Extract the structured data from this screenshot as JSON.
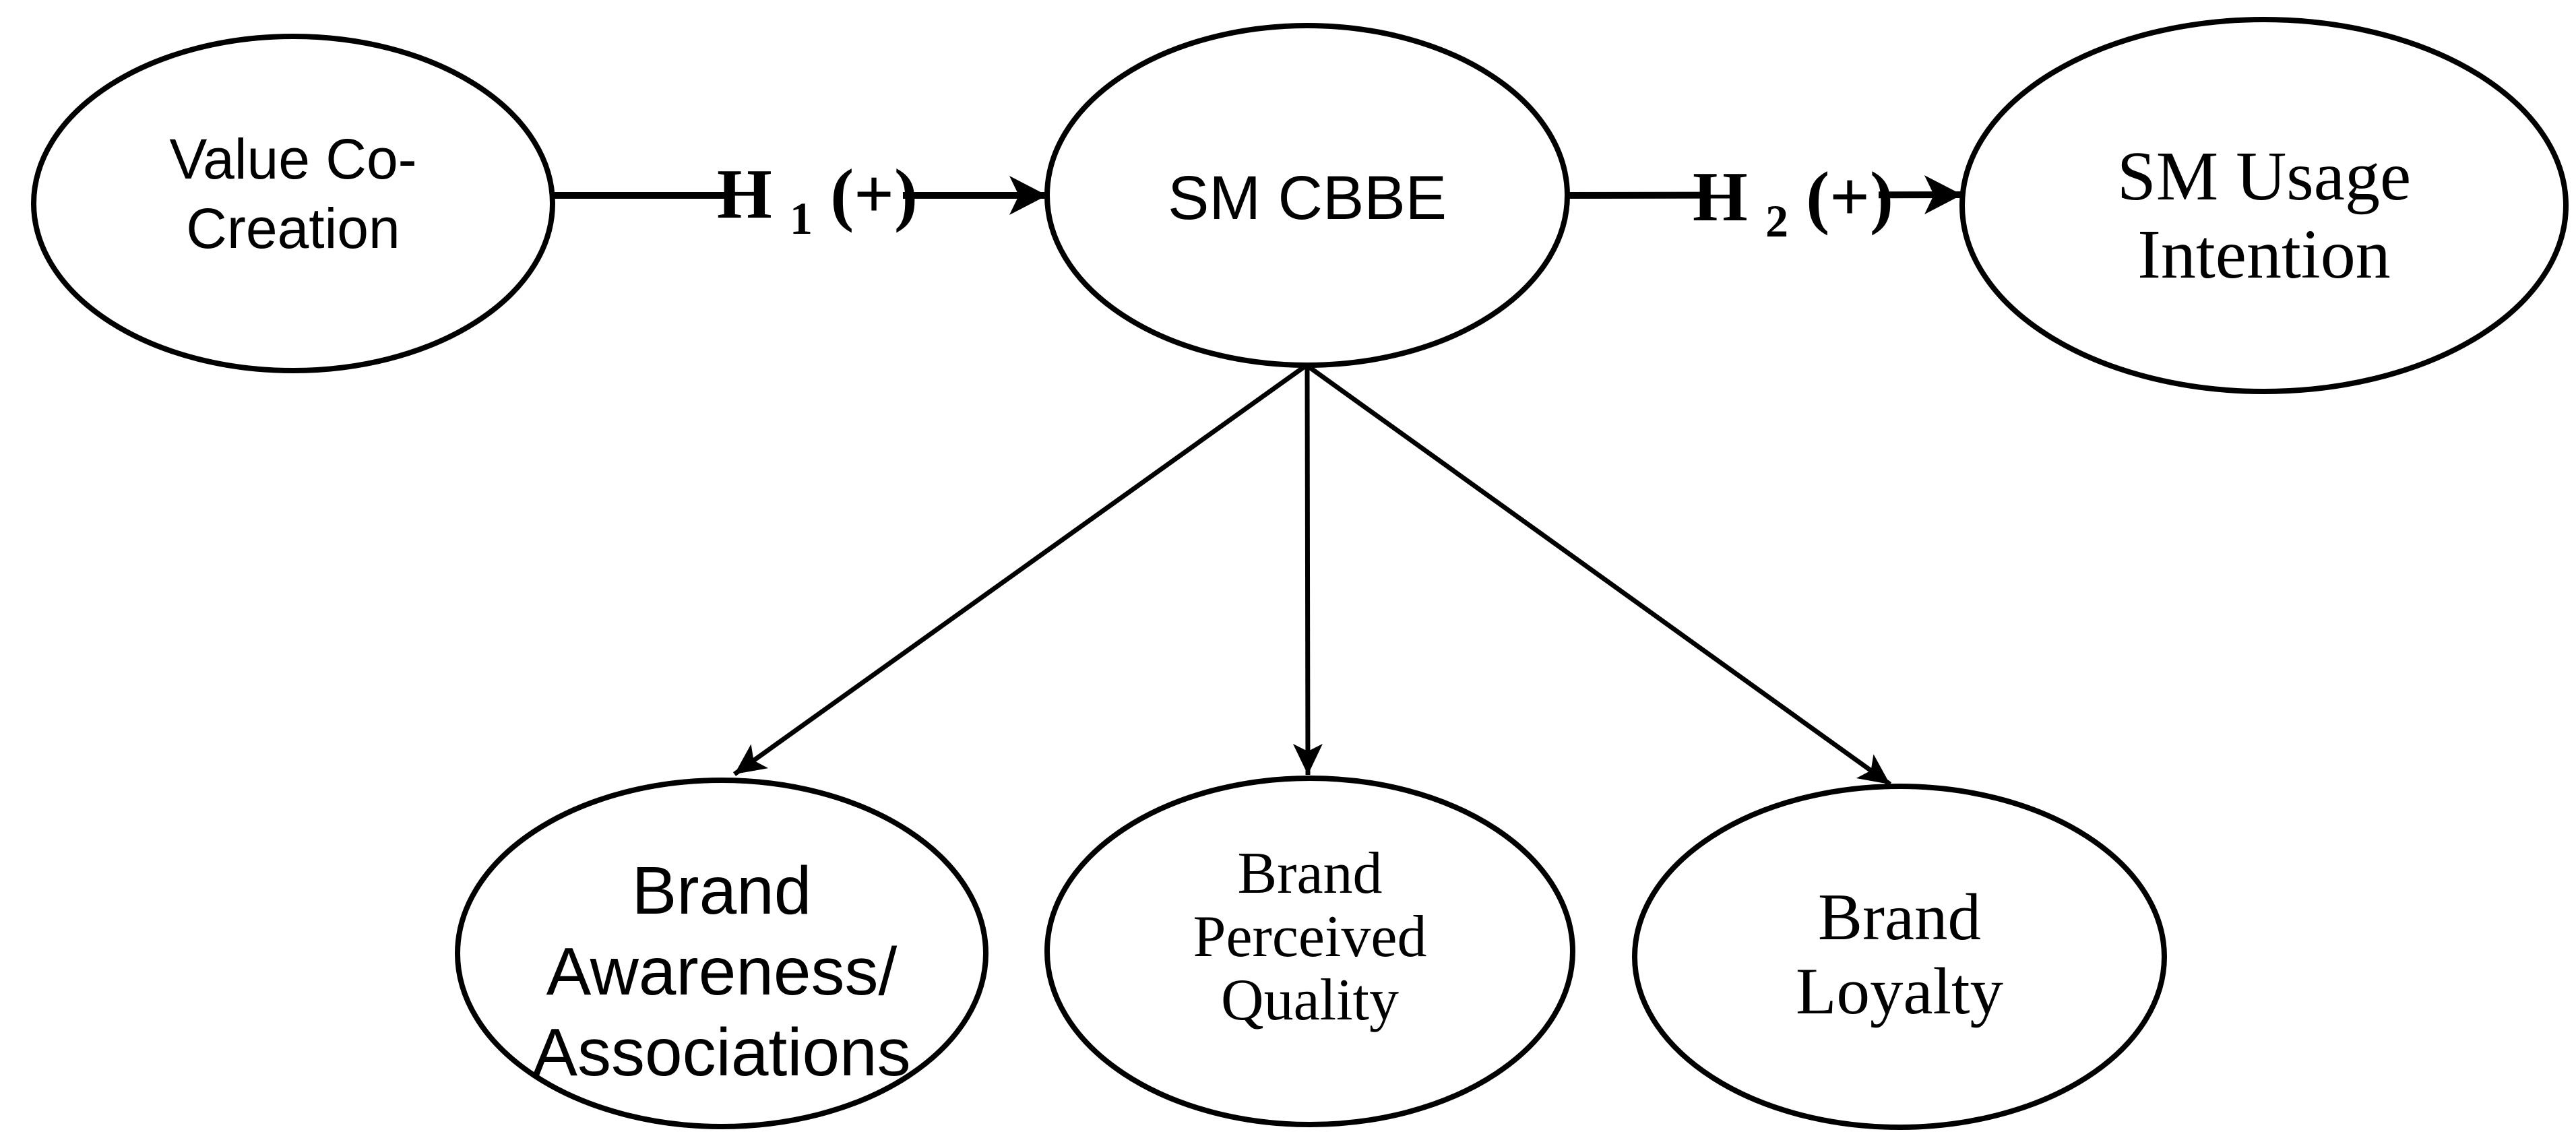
{
  "figure": {
    "type": "structural-model-diagram",
    "background_color": "#ffffff",
    "line_color": "#000000",
    "nodes": [
      {
        "id": "value-co-creation",
        "lines": [
          "Value Co-",
          "Creation"
        ]
      },
      {
        "id": "sm-cbbe",
        "lines": [
          "SM CBBE"
        ]
      },
      {
        "id": "sm-usage-intention",
        "lines": [
          "SM Usage",
          "Intention"
        ]
      },
      {
        "id": "brand-awareness-associations",
        "lines": [
          "Brand",
          "Awareness/",
          "Associations"
        ]
      },
      {
        "id": "brand-perceived-quality",
        "lines": [
          "Brand",
          "Perceived",
          "Quality"
        ]
      },
      {
        "id": "brand-loyalty",
        "lines": [
          "Brand",
          "Loyalty"
        ]
      }
    ],
    "edge_labels": [
      {
        "id": "h1",
        "main": "H",
        "subscript": "1",
        "suffix": "(+)"
      },
      {
        "id": "h2",
        "main": "H",
        "subscript": "2",
        "suffix": "(+)"
      }
    ]
  }
}
